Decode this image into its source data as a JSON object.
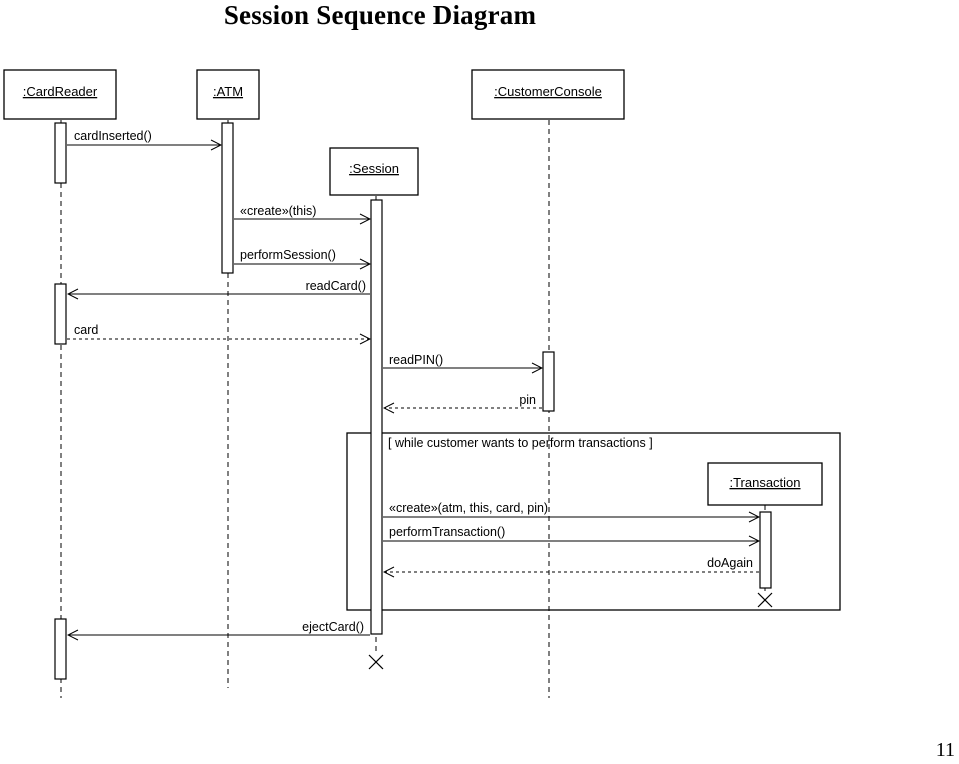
{
  "title": "Session Sequence Diagram",
  "page_number": "11",
  "objects": {
    "card_reader": ":CardReader",
    "atm": ":ATM",
    "customer_console": ":CustomerConsole",
    "session": ":Session",
    "transaction": ":Transaction"
  },
  "messages": {
    "card_inserted": "cardInserted()",
    "create_this": "«create»(this)",
    "perform_session": "performSession()",
    "read_card": "readCard()",
    "card": "card",
    "read_pin": "readPIN()",
    "pin": "pin",
    "create_transaction": "«create»(atm, this, card, pin)",
    "perform_transaction": "performTransaction()",
    "do_again": "doAgain",
    "eject_card": "ejectCard()"
  },
  "loop_guard": "[ while customer wants to perform transactions ]"
}
